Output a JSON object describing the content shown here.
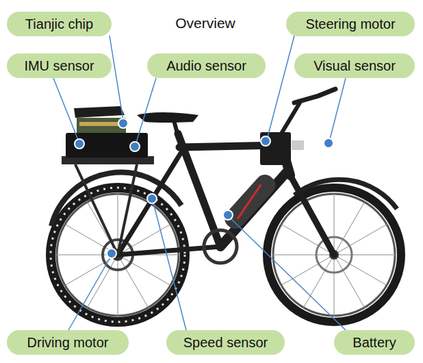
{
  "diagram": {
    "title": "Overview",
    "nodes": [
      {
        "text": [
          "Tianjic chip"
        ]
      },
      {
        "text": [
          "Steering motor"
        ]
      },
      {
        "text": [
          "IMU sensor"
        ]
      },
      {
        "text": [
          "Audio sensor"
        ]
      },
      {
        "text": [
          "Visual sensor"
        ]
      },
      {
        "text": [
          "Driving motor"
        ]
      },
      {
        "text": [
          "Speed sensor"
        ]
      },
      {
        "text": [
          "Battery"
        ]
      }
    ]
  }
}
